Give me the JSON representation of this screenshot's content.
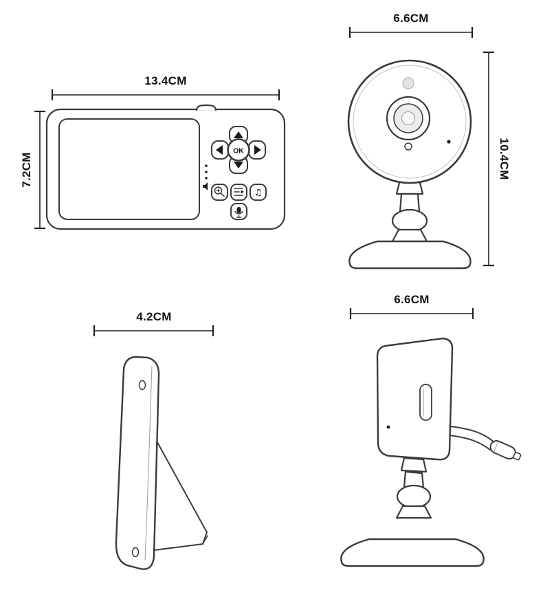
{
  "diagram": {
    "type": "product-dimensions",
    "background_color": "#ffffff",
    "line_color": "#3a3a3a",
    "text_color": "#111111"
  },
  "views": {
    "monitor_front": {
      "name": "baby monitor parent unit front view",
      "width_label": "13.4CM",
      "height_label": "7.2CM",
      "ok_button_label": "OK"
    },
    "camera_front": {
      "name": "camera unit front view",
      "width_label": "6.6CM",
      "height_label": "10.4CM"
    },
    "monitor_side": {
      "name": "baby monitor parent unit side view",
      "width_label": "4.2CM"
    },
    "camera_side": {
      "name": "camera unit side view",
      "width_label": "6.6CM"
    }
  },
  "icons": {
    "music_note": "♫"
  }
}
